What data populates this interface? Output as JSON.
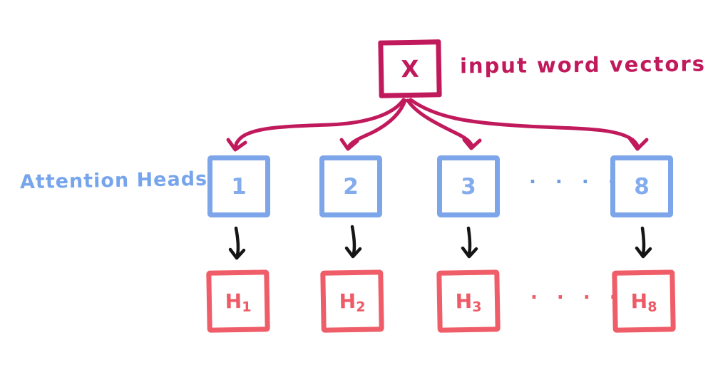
{
  "colors": {
    "magenta": "#C11A5C",
    "blue": "#7CA6E9",
    "red": "#EF5D68",
    "black": "#151515",
    "background": "#FFFFFF"
  },
  "input_node": {
    "label": "X",
    "annotation": "input word vectors"
  },
  "attention": {
    "row_label": "Attention Heads",
    "heads": [
      {
        "label": "1"
      },
      {
        "label": "2"
      },
      {
        "label": "3"
      },
      {
        "label": "8"
      }
    ],
    "ellipsis": ". . . ."
  },
  "outputs": {
    "items": [
      {
        "base": "H",
        "sub": "1"
      },
      {
        "base": "H",
        "sub": "2"
      },
      {
        "base": "H",
        "sub": "3"
      },
      {
        "base": "H",
        "sub": "8"
      }
    ],
    "ellipsis": ". . . ."
  }
}
